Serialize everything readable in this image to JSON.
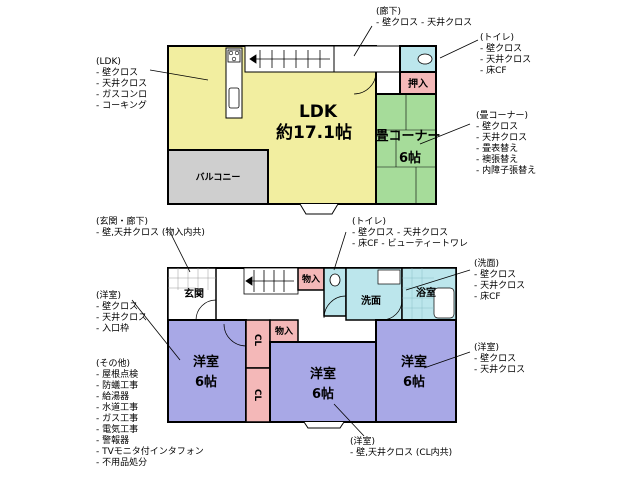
{
  "upper": {
    "ldk_label": "LDK",
    "ldk_size": "約17.1帖",
    "tatami_label": "畳コーナー",
    "tatami_size": "6帖",
    "oshiire": "押入",
    "balcony": "バルコニー"
  },
  "lower": {
    "genkan": "玄関",
    "monoire": "物入",
    "senmen": "洗面",
    "yokushitsu": "浴室",
    "cl": "CL",
    "western_label": "洋室",
    "western_size": "6帖"
  },
  "notes": {
    "upper_hall": [
      "(廊下)",
      "- 壁クロス - 天井クロス"
    ],
    "upper_toilet": [
      "(トイレ)",
      "- 壁クロス",
      "- 天井クロス",
      "- 床CF"
    ],
    "ldk": [
      "(LDK)",
      "- 壁クロス",
      "- 天井クロス",
      "- ガスコンロ",
      "- コーキング"
    ],
    "tatami": [
      "(畳コーナー)",
      "- 壁クロス",
      "- 天井クロス",
      "- 畳表替え",
      "- 襖張替え",
      "- 内障子張替え"
    ],
    "entrance": [
      "(玄関・廊下)",
      "- 壁,天井クロス (物入内共)"
    ],
    "lower_toilet": [
      "(トイレ)",
      "- 壁クロス - 天井クロス",
      "- 床CF - ビューティートワレ"
    ],
    "washroom": [
      "(洗面)",
      "- 壁クロス",
      "- 天井クロス",
      "- 床CF"
    ],
    "western_left": [
      "(洋室)",
      "- 壁クロス",
      "- 天井クロス",
      "- 入口枠"
    ],
    "other": [
      "(その他)",
      "- 屋根点検",
      "- 防蟻工事",
      "- 給湯器",
      "- 水道工事",
      "- ガス工事",
      "- 電気工事",
      "- 警報器",
      "- TVモニタ付インタフォン",
      "- 不用品処分"
    ],
    "western_right": [
      "(洋室)",
      "- 壁クロス",
      "- 天井クロス"
    ],
    "western_bottom": [
      "(洋室)",
      "- 壁,天井クロス (CL内共)"
    ]
  },
  "colors": {
    "ldk": "#f2eea0",
    "tatami": "#a6dc9a",
    "oshiire": "#f4b8b8",
    "balcony": "#cfcfcf",
    "western": "#a8a8e6",
    "wet": "#bce6ec",
    "wall": "#000000"
  }
}
